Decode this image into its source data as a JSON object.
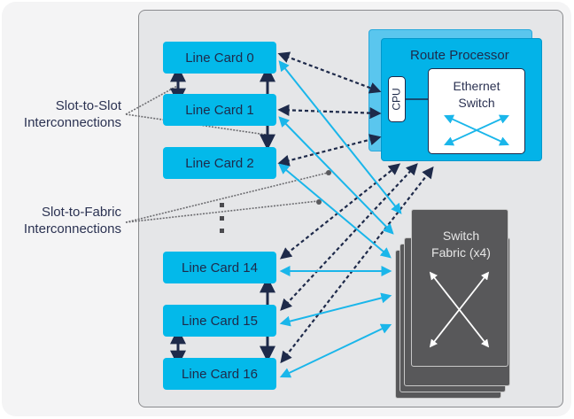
{
  "diagram": {
    "line_cards": [
      {
        "label": "Line Card 0"
      },
      {
        "label": "Line Card 1"
      },
      {
        "label": "Line Card 2"
      },
      {
        "label": "Line Card 14"
      },
      {
        "label": "Line Card 15"
      },
      {
        "label": "Line Card 16"
      }
    ],
    "callouts": {
      "slot_to_slot": "Slot-to-Slot\nInterconnections",
      "slot_to_fabric": "Slot-to-Fabric\nInterconnections"
    },
    "route_processor": {
      "title": "Route Processor",
      "cpu_label": "CPU",
      "ethernet_switch_label": "Ethernet\nSwitch"
    },
    "switch_fabric": {
      "label": "Switch\nFabric (x4)",
      "count": 4
    },
    "colors": {
      "line_card": "#03b9ea",
      "route_processor": "#03b3e8",
      "fabric": "#58585a",
      "fabric_link": "#1ab6ea",
      "control_link": "#1e2a4a",
      "callout_leader": "#6e6e72",
      "text_dark": "#2b3252"
    }
  }
}
